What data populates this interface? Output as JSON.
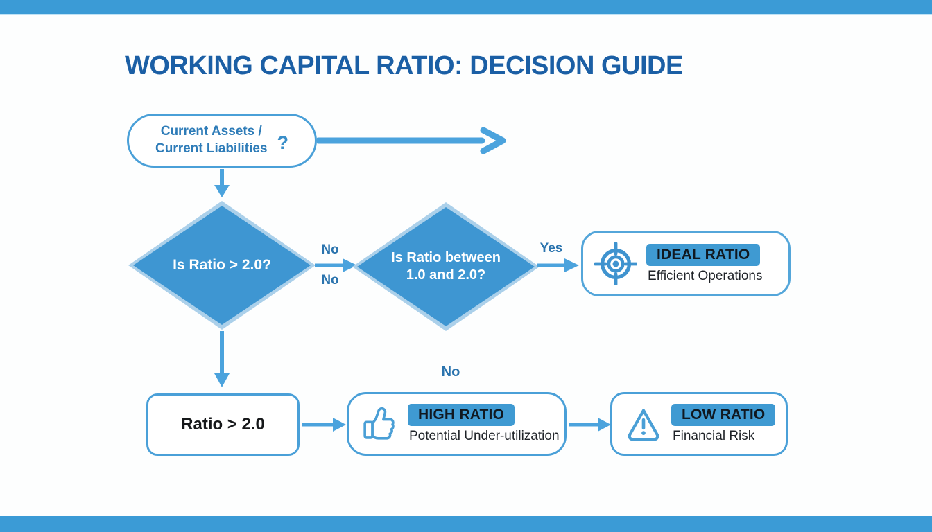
{
  "title": "WORKING CAPITAL RATIO: DECISION GUIDE",
  "formula": {
    "line1": "Current Assets /",
    "line2": "Current Liabilities",
    "hint": "?"
  },
  "decisions": {
    "d1": {
      "label": "Is Ratio > 2.0?"
    },
    "d2": {
      "line1": "Is Ratio between",
      "line2": "1.0 and 2.0?"
    }
  },
  "edge_labels": {
    "d1_to_d2_above": "No",
    "d1_to_d2_below": "No",
    "d2_to_ideal": "Yes",
    "above_high": "No"
  },
  "process": {
    "label": "Ratio > 2.0"
  },
  "outcomes": {
    "ideal": {
      "badge": "IDEAL RATIO",
      "description": "Efficient Operations",
      "icon": "target-icon"
    },
    "high": {
      "badge": "HIGH RATIO",
      "description": "Potential Under-utilization",
      "icon": "thumbs-up-icon"
    },
    "low": {
      "badge": "LOW RATIO",
      "description": "Financial Risk",
      "icon": "warning-icon"
    }
  },
  "colors": {
    "bar_blue": "#3b9bd6",
    "arrow_blue": "#4ba3dd",
    "diamond_fill": "#3e96d2",
    "diamond_border": "#abd0ea",
    "box_border": "#4aa0d8",
    "badge_bg": "#3f9ad2",
    "title_text": "#1b5fa5",
    "edge_label_text": "#2b74ae",
    "icon_blue": "#4a9fd6"
  }
}
